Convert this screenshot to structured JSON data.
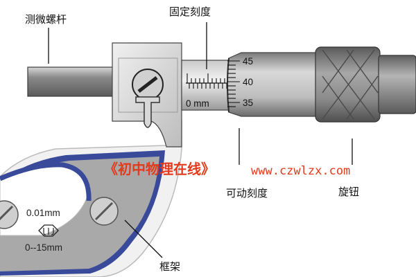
{
  "labels": {
    "spindle": "测微螺杆",
    "fixed_scale": "固定刻度",
    "movable_scale": "可动刻度",
    "knob": "旋钮",
    "frame": "框架"
  },
  "scale": {
    "sleeve_unit": "0 mm",
    "thimble_numbers": [
      "45",
      "40",
      "35"
    ]
  },
  "frame_text": {
    "precision": "0.01mm",
    "range": "0--15mm"
  },
  "watermark": {
    "site_name": "《初中物理在线》",
    "url": "www.czwlzx.com",
    "color": "#e23a1a"
  },
  "colors": {
    "metal_light": "#e4e4e4",
    "metal_dark": "#8c8c8c",
    "frame_blue": "#3a4a9a",
    "frame_gray": "#a9a9a9",
    "knob_dark": "#6f6f6f"
  }
}
